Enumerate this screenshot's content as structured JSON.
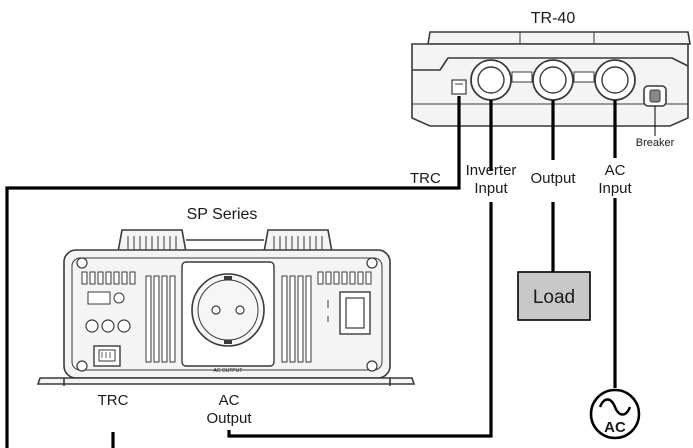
{
  "tr40": {
    "title": "TR-40",
    "breaker_label": "Breaker"
  },
  "labels": {
    "trc_top": "TRC",
    "inverter_input_line1": "Inverter",
    "inverter_input_line2": "Input",
    "output": "Output",
    "ac_input_line1": "AC",
    "ac_input_line2": "Input"
  },
  "load": {
    "label": "Load",
    "fill": "#c8c8c8"
  },
  "ac_source": {
    "label": "AC"
  },
  "inverter": {
    "title": "SP Series",
    "trc_label": "TRC",
    "ac_output_line1": "AC",
    "ac_output_line2": "Output",
    "panel_caption": "AC OUTPUT"
  }
}
